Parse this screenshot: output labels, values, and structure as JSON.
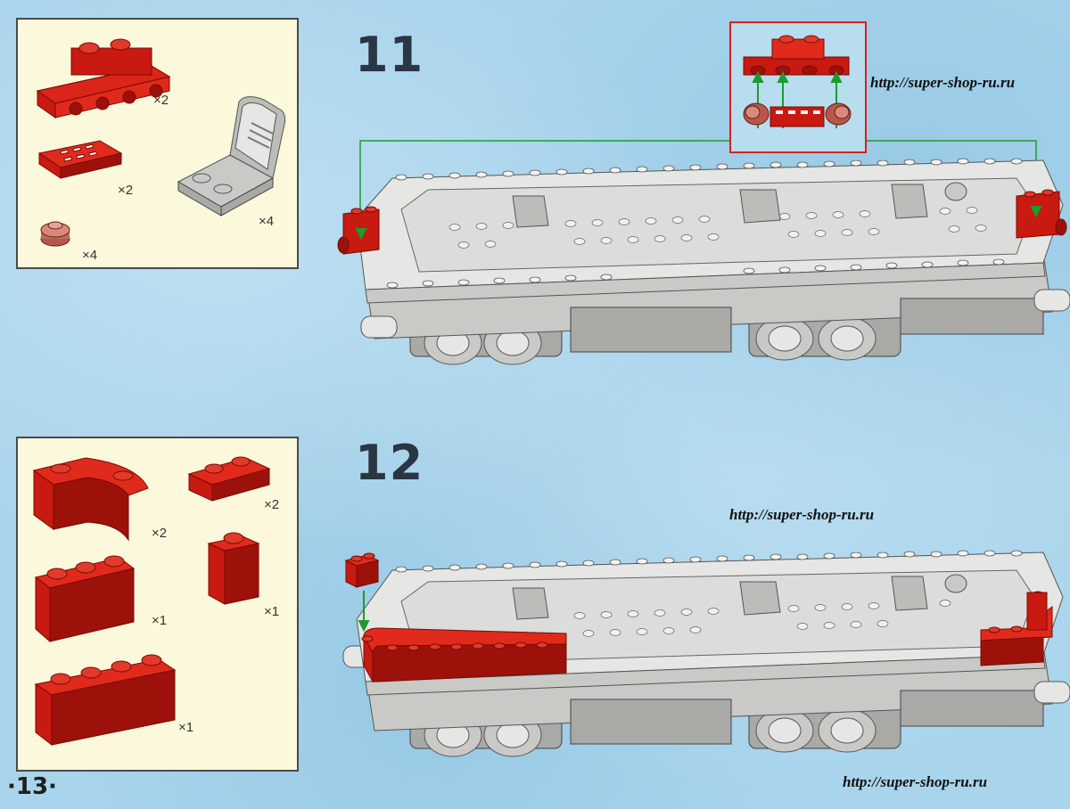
{
  "page_number": "·13·",
  "watermarks": [
    "http://super-shop-ru.ru",
    "http://super-shop-ru.ru",
    "http://super-shop-ru.ru"
  ],
  "step11": {
    "number": "11",
    "parts": [
      {
        "name": "red-plate-1x4-with-2-studs-on-top",
        "qty": "×2"
      },
      {
        "name": "red-tile-2x4-grille",
        "qty": "×2"
      },
      {
        "name": "light-grey-seat",
        "qty": "×4"
      },
      {
        "name": "trans-red-round-plate-1x1",
        "qty": "×4"
      }
    ]
  },
  "step12": {
    "number": "12",
    "parts": [
      {
        "name": "red-curved-macaroni-brick",
        "qty": "×2"
      },
      {
        "name": "red-brick-1x2",
        "qty": "×2"
      },
      {
        "name": "red-brick-1x3",
        "qty": "×1"
      },
      {
        "name": "red-brick-1x1-tall",
        "qty": "×1"
      },
      {
        "name": "red-brick-1x4",
        "qty": "×1"
      }
    ]
  },
  "colors": {
    "background": "#a8d4ec",
    "panel": "#fbf8dc",
    "brick_red": "#c81a10",
    "callout_border": "#d82020",
    "arrow_green": "#1f9a2f"
  }
}
